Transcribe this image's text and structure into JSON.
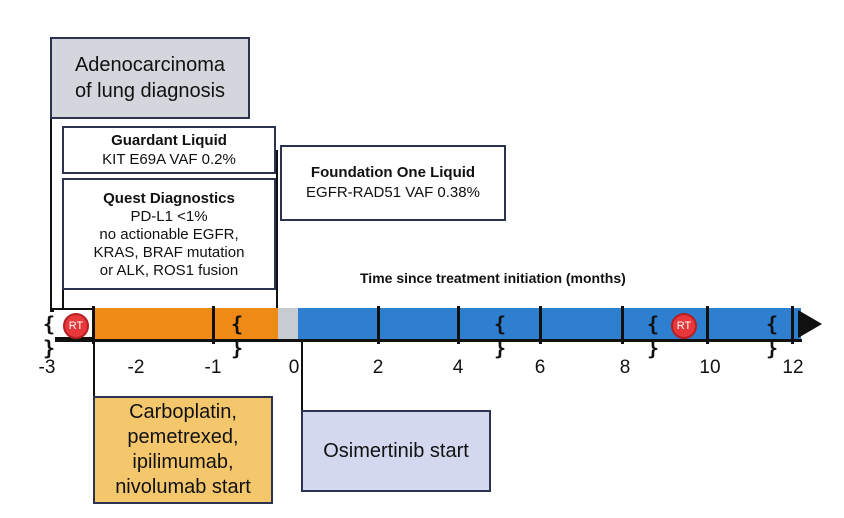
{
  "boxes": {
    "adeno": "Adenocarcinoma of lung diagnosis",
    "guardant_title": "Guardant Liquid",
    "guardant_detail": "KIT E69A VAF 0.2%",
    "quest_title": "Quest Diagnostics",
    "quest_lines": [
      "PD-L1 <1%",
      "no actionable EGFR,",
      "KRAS, BRAF mutation",
      "or ALK, ROS1 fusion"
    ],
    "foundation_title": "Foundation One Liquid",
    "foundation_detail": "EGFR-RAD51 VAF 0.38%",
    "carboplatin": "Carboplatin, pemetrexed, ipilimumab, nivolumab start",
    "osimertinib": "Osimertinib start"
  },
  "axis": {
    "title": "Time since treatment initiation (months)",
    "ticks": [
      "-3",
      "-2",
      "-1",
      "0",
      "2",
      "4",
      "6",
      "8",
      "10",
      "12"
    ]
  },
  "markers": {
    "rt_label": "RT",
    "brace": "{ }"
  },
  "colors": {
    "chemo_segment": "#f08a16",
    "osimertinib_segment": "#2f7fd0",
    "gap_segment": "#c7cbd2",
    "box_fill_gray": "#d3d6dc",
    "box_fill_orange": "#f4c76d",
    "box_fill_lavender": "#d3d8ef",
    "rt_marker": "#e8383b"
  }
}
